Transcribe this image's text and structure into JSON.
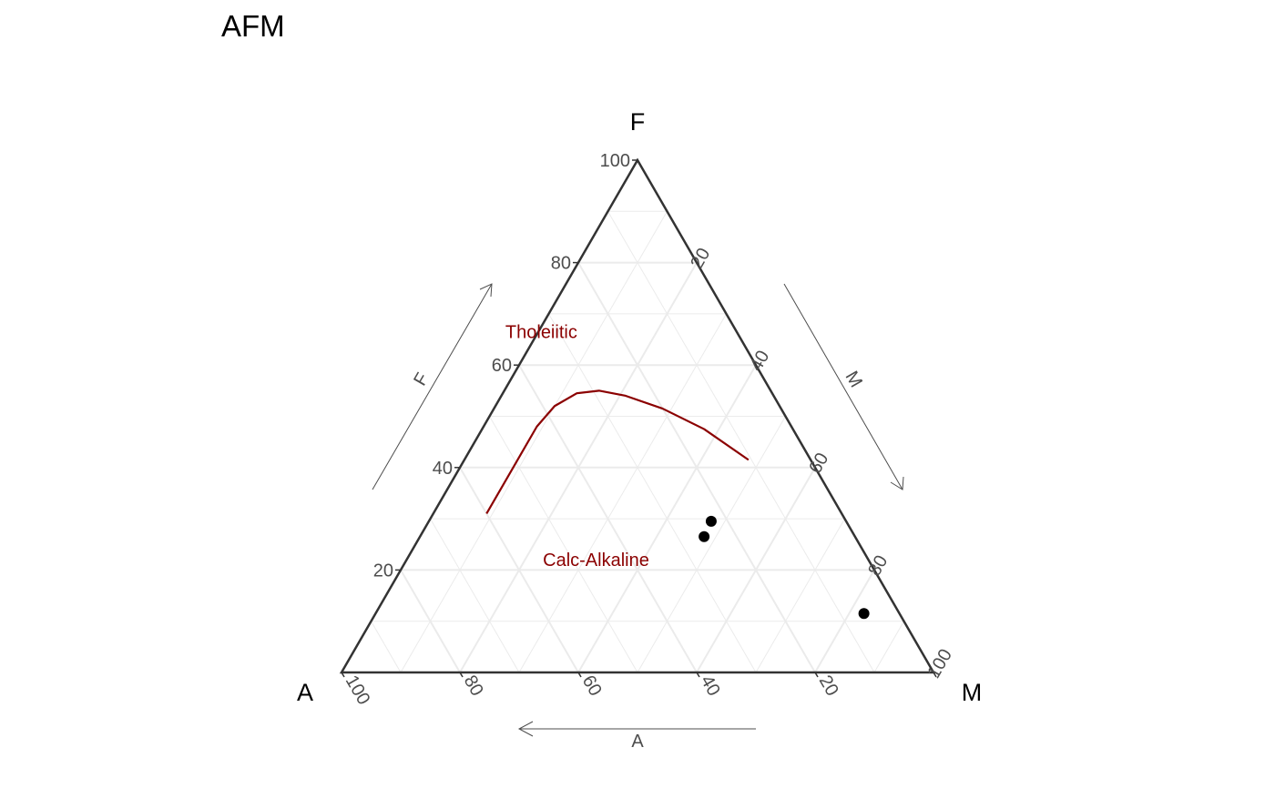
{
  "chart_data": {
    "type": "scatter",
    "subtype": "ternary",
    "title": "AFM",
    "vertices": {
      "top": "F",
      "left": "A",
      "right": "M"
    },
    "axis_titles": {
      "F": "F",
      "M": "M",
      "A": "A"
    },
    "ticks": {
      "F": [
        "20",
        "40",
        "60",
        "80",
        "100"
      ],
      "M": [
        "20",
        "40",
        "60",
        "80",
        "100"
      ],
      "A": [
        "20",
        "40",
        "60",
        "80",
        "100"
      ]
    },
    "range": [
      0,
      100
    ],
    "grid": true,
    "points": [
      {
        "A": 25.5,
        "F": 26.5,
        "M": 48.0
      },
      {
        "A": 22.8,
        "F": 29.5,
        "M": 47.7
      },
      {
        "A": 6.0,
        "F": 11.5,
        "M": 82.5
      }
    ],
    "boundary_line": {
      "color": "#8b0000",
      "points": [
        {
          "A": 60.0,
          "F": 31.0
        },
        {
          "A": 54.0,
          "F": 37.0
        },
        {
          "A": 48.5,
          "F": 42.5
        },
        {
          "A": 43.0,
          "F": 48.0
        },
        {
          "A": 38.0,
          "F": 52.0
        },
        {
          "A": 33.0,
          "F": 54.5
        },
        {
          "A": 29.0,
          "F": 55.0
        },
        {
          "A": 25.0,
          "F": 54.0
        },
        {
          "A": 20.0,
          "F": 51.5
        },
        {
          "A": 15.0,
          "F": 47.5
        },
        {
          "A": 10.5,
          "F": 41.5
        }
      ]
    },
    "region_labels": [
      {
        "text": "Tholeiitic",
        "A": 33.0,
        "F": 66.5,
        "color": "#8b0000"
      },
      {
        "text": "Calc-Alkaline",
        "A": 46.0,
        "F": 22.0,
        "color": "#8b0000"
      }
    ],
    "point_color": "#000000",
    "axis_color": "#333333",
    "grid_color": "#ebebeb"
  }
}
